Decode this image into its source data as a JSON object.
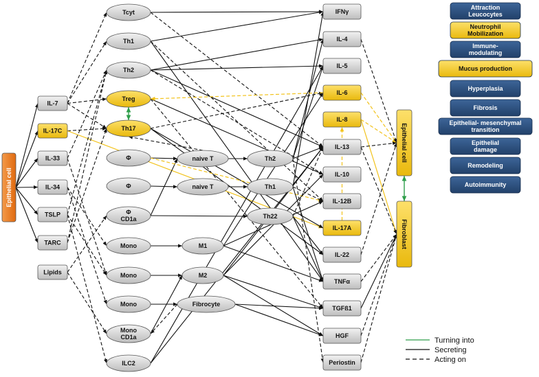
{
  "colors": {
    "gray": "#d4d4d4",
    "yellow": "#f5cc1a",
    "orange": "#ee7a1c",
    "blue": "#2c4f7c",
    "green": "#2e9e4a",
    "edge_yellow": "#f2c21a",
    "edge_black": "#111111"
  },
  "nodes": {
    "epithelial": "Epithelial cell",
    "il7": "IL-7",
    "il17c": "IL-17C",
    "il33": "IL-33",
    "il34": "IL-34",
    "tslp": "TSLP",
    "tarc": "TARC",
    "lipids": "Lipids",
    "tcyt": "Tcyt",
    "th1": "Th1",
    "th2": "Th2",
    "treg": "Treg",
    "th17": "Th17",
    "phi1": "Φ",
    "phi2": "Φ",
    "phicd1a_1": "Φ",
    "phicd1a_2": "CD1a",
    "mono1": "Mono",
    "mono2": "Mono",
    "mono3": "Mono",
    "monocd1a_1": "Mono",
    "monocd1a_2": "CD1a",
    "ilc2": "ILC2",
    "naive1": "naive T",
    "naive2": "naive T",
    "m1": "M1",
    "m2": "M2",
    "fibrocyte": "Fibrocyte",
    "th2b": "Th2",
    "th1b": "Th1",
    "th22": "Th22",
    "ifng": "IFNγ",
    "il4": "IL-4",
    "il5": "IL-5",
    "il6": "IL-6",
    "il8": "IL-8",
    "il13": "IL-13",
    "il10": "IL-10",
    "il12b": "IL-12B",
    "il17a": "IL-17A",
    "il22": "IL-22",
    "tnfa": "TNFα",
    "tgfb1": "TGFß1",
    "hgf": "HGF",
    "periostin": "Periostin",
    "epi_right": "Epithelial cell",
    "fibroblast": "Fibroblast"
  },
  "effects": [
    {
      "lines": [
        "Attraction",
        "Leucocytes"
      ],
      "color": "blue"
    },
    {
      "lines": [
        "Neutrophil",
        "Mobilization"
      ],
      "color": "yellow"
    },
    {
      "lines": [
        "Immune-",
        "modulating"
      ],
      "color": "blue"
    },
    {
      "lines": [
        "Mucus production"
      ],
      "color": "yellow"
    },
    {
      "lines": [
        "Hyperplasia"
      ],
      "color": "blue"
    },
    {
      "lines": [
        "Fibrosis"
      ],
      "color": "blue"
    },
    {
      "lines": [
        "Epithelial- mesenchymal",
        "transition"
      ],
      "color": "blue"
    },
    {
      "lines": [
        "Epithelial",
        "damage"
      ],
      "color": "blue"
    },
    {
      "lines": [
        "Remodeling"
      ],
      "color": "blue"
    },
    {
      "lines": [
        "Autoimmunity"
      ],
      "color": "blue"
    }
  ],
  "legend": {
    "turning": "Turning into",
    "secreting": "Secreting",
    "acting": "Acting on"
  }
}
